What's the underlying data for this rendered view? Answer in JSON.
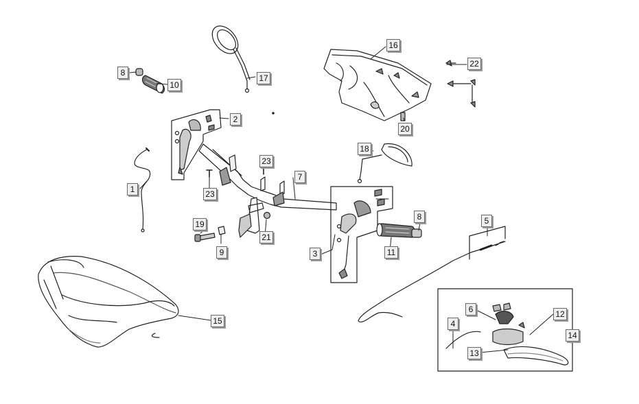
{
  "diagram": {
    "type": "exploded-parts-diagram",
    "subject": "handlebar assembly with mirrors, grips, switches, cables and front cover",
    "colors": {
      "line": "#222222",
      "label_fill": "#eeeeee",
      "label_border": "#6a6a6a",
      "shade": "#999999"
    },
    "callouts": [
      {
        "id": "c1",
        "text": "1"
      },
      {
        "id": "c2",
        "text": "2"
      },
      {
        "id": "c3",
        "text": "3"
      },
      {
        "id": "c4",
        "text": "4"
      },
      {
        "id": "c5",
        "text": "5"
      },
      {
        "id": "c6",
        "text": "6"
      },
      {
        "id": "c7",
        "text": "7"
      },
      {
        "id": "c8a",
        "text": "8"
      },
      {
        "id": "c8b",
        "text": "8"
      },
      {
        "id": "c9",
        "text": "9"
      },
      {
        "id": "c10",
        "text": "10"
      },
      {
        "id": "c11",
        "text": "11"
      },
      {
        "id": "c12",
        "text": "12"
      },
      {
        "id": "c13",
        "text": "13"
      },
      {
        "id": "c14",
        "text": "14"
      },
      {
        "id": "c15",
        "text": "15"
      },
      {
        "id": "c16",
        "text": "16"
      },
      {
        "id": "c17",
        "text": "17"
      },
      {
        "id": "c18",
        "text": "18"
      },
      {
        "id": "c19",
        "text": "19"
      },
      {
        "id": "c20",
        "text": "20"
      },
      {
        "id": "c21",
        "text": "21"
      },
      {
        "id": "c22",
        "text": "22"
      },
      {
        "id": "c23a",
        "text": "23"
      },
      {
        "id": "c23b",
        "text": "23"
      }
    ]
  }
}
